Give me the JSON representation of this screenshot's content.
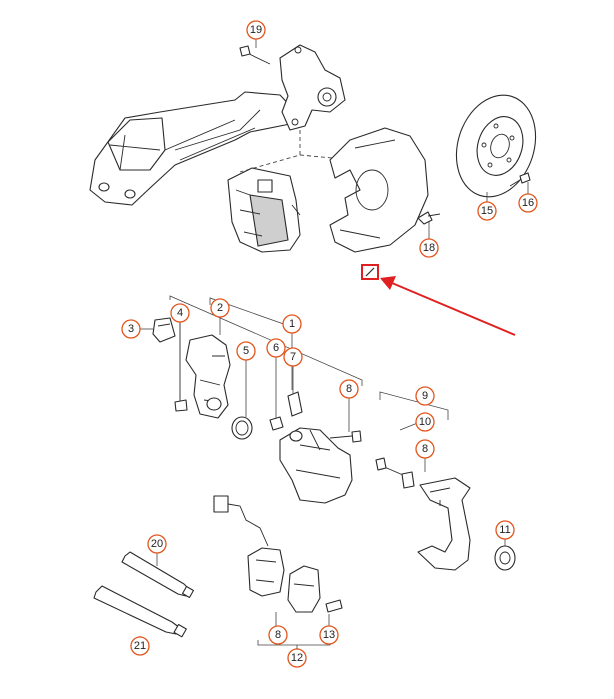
{
  "callouts": {
    "c19": "19",
    "c18": "18",
    "c15": "15",
    "c16": "16",
    "c3": "3",
    "c4": "4",
    "c2": "2",
    "c1": "1",
    "c5": "5",
    "c6": "6",
    "c7": "7",
    "c8a": "8",
    "c9": "9",
    "c10": "10",
    "c8b": "8",
    "c11": "11",
    "c20": "20",
    "c21": "21",
    "c8c": "8",
    "c12": "12",
    "c13": "13"
  },
  "colors": {
    "callout_ring": "#e2561d",
    "highlight_arrow": "#e02020",
    "line": "#2a2a2a"
  },
  "icons": {
    "highlight_marker": "small-square-marker-icon"
  }
}
